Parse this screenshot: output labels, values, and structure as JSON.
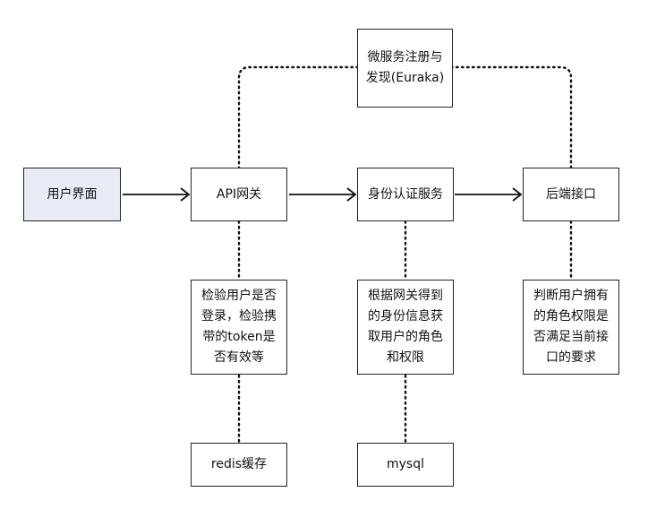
{
  "nodes": {
    "user_ui": "用户界面",
    "api_gateway": "API网关",
    "auth_service": "身份认证服务",
    "backend_api": "后端接口",
    "service_registry": "微服务注册与\n发现(Euraka)",
    "gateway_note": "检验用户是否\n登录，检验携\n带的token是\n否有效等",
    "auth_note": "根据网关得到\n的身份信息获\n取用户的角色\n和权限",
    "backend_note": "判断用户拥有\n的角色权限是\n否满足当前接\n口的要求",
    "redis": "redis缓存",
    "mysql": "mysql"
  },
  "colors": {
    "ui_box_fill": "#e8ebf5",
    "border": "#222222",
    "line": "#111111"
  }
}
